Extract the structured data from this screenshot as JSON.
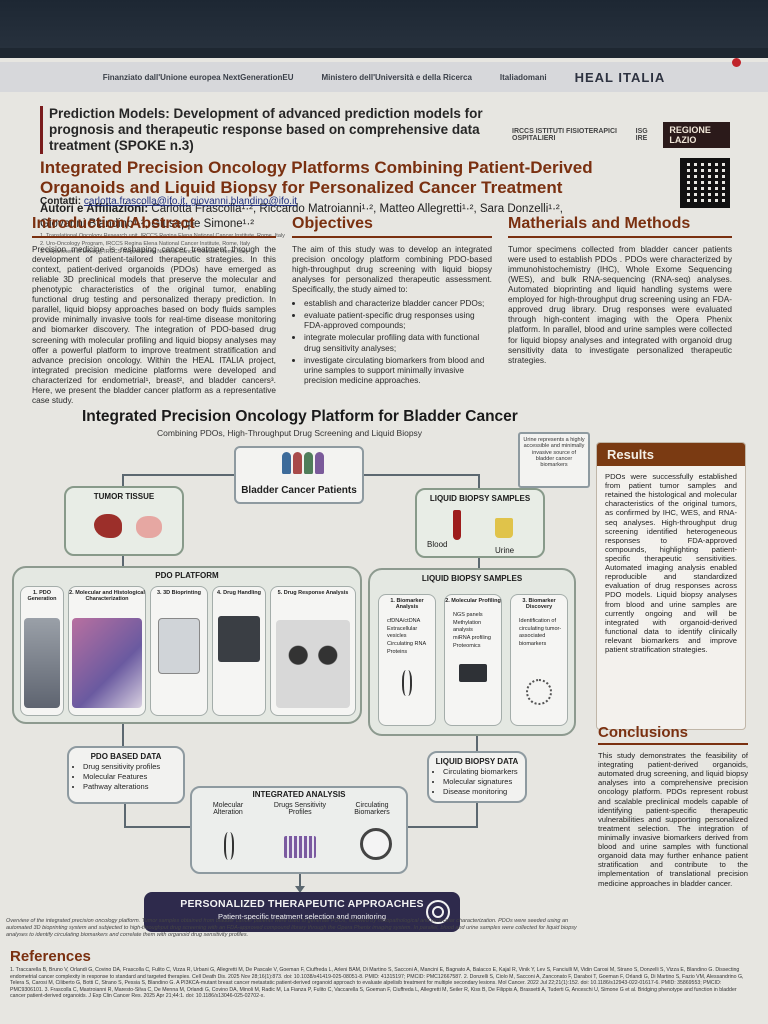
{
  "top_logos": {
    "eu": "Finanziato dall'Unione europea NextGenerationEU",
    "ministry": "Ministero dell'Università e della Ricerca",
    "italia_domani": "Italiadomani",
    "heal": "HEAL ITALIA"
  },
  "header": {
    "spoke_title": "Prediction Models: Development of advanced prediction models for prognosis and therapeutic response based on comprehensive data treatment (SPOKE n.3)",
    "main_title": "Integrated Precision Oncology Platforms Combining Patient-Derived Organoids and Liquid Biopsy for Personalized Cancer Treatment",
    "partner_ifo": "IRCCS ISTITUTI FISIOTERAPICI OSPITALIERI",
    "partner_isg": "ISG IRE",
    "partner_lazio": "REGIONE LAZIO"
  },
  "authors": {
    "label": "Autori e Affiliazioni:",
    "line1": "Carlotta Frascolla¹·², Riccardo Matroianni¹·², Matteo Allegretti¹·², Sara Donzelli¹·²,",
    "line2": "Giovanni Blandino¹·², Giuseppe Simone¹·²",
    "affil1": "1. Translational Oncology Research unit, IRCCS Regina Elena National Cancer Institute, Rome, Italy",
    "affil2": "2. Uro-Oncology Program, IRCCS Regina Elena National Cancer Institute, Rome, Italy",
    "affil3": "3. Department of Urology, IRCCS Regina Elena National Cancer Institute, Rome, Italy"
  },
  "contacts": {
    "label": "Contatti:",
    "emails": "carlotta.frascolla@ifo.it, giovanni.blandino@ifo.it"
  },
  "introduction": {
    "title": "Introduction/Abstract",
    "text": "Precision medicine is reshaping cancer treatment through the development of patient-tailored therapeutic strategies. In this context, patient-derived organoids (PDOs) have emerged as reliable 3D preclinical models that preserve the molecular and phenotypic characteristics of the original tumor, enabling functional drug testing and personalized therapy prediction. In parallel, liquid biopsy approaches based on body fluids samples provide minimally invasive tools for real-time disease monitoring and biomarker discovery. The integration of PDO-based drug screening with molecular profiling and liquid biopsy analyses may offer a powerful platform to improve treatment stratification and advance precision oncology. Within the HEAL ITALIA project, integrated precision medicine platforms were developed and characterized for endometrial¹, breast², and bladder cancers³. Here, we present the bladder cancer platform as a representative case study."
  },
  "objectives": {
    "title": "Objectives",
    "text": "The aim of this study was to develop an integrated precision oncology platform combining PDO-based high-throughput drug screening with liquid biopsy analyses for personalized therapeutic assessment. Specifically, the study aimed to:",
    "items": [
      "establish and characterize bladder cancer PDOs;",
      "evaluate patient-specific drug responses using FDA-approved compounds;",
      "integrate molecular profiling data with functional drug sensitivity analyses;",
      "investigate circulating biomarkers from blood and urine samples to support minimally invasive precision medicine approaches."
    ]
  },
  "methods": {
    "title": "Matherials and Methods",
    "text": "Tumor specimens collected from bladder cancer patients were used to establish PDOs . PDOs were characterized by immunohistochemistry (IHC), Whole Exome Sequencing (WES), and bulk RNA-sequencing (RNA-seq) analyses. Automated bioprinting and liquid handling systems were employed for high-throughput drug screening using an FDA-approved drug library. Drug responses were evaluated through high-content imaging with the Opera Phenix platform. In parallel, blood and urine samples were collected for liquid biopsy analyses and integrated with organoid drug sensitivity data to investigate personalized therapeutic strategies."
  },
  "diagram": {
    "title": "Integrated Precision Oncology Platform for Bladder Cancer",
    "subtitle": "Combining PDOs, High-Throughput Drug Screening and Liquid Biopsy",
    "patients": "Bladder Cancer Patients",
    "urine_note": "Urine represents a highly accessible and minimally invasive source of bladder cancer biomarkers",
    "tumor_tissue": "TUMOR TISSUE",
    "liquid_samples_top": "LIQUID BIOPSY SAMPLES",
    "blood": "Blood",
    "urine": "Urine",
    "pdo_platform": "PDO PLATFORM",
    "pdo_steps": [
      "1. PDO Generation",
      "2. Molecular and Histological Characterization",
      "3. 3D Bioprinting",
      "4. Drug Handling",
      "5. Drug Response Analysis"
    ],
    "liquid_samples_big": "LIQUID BIOPSY SAMPLES",
    "lq_steps": [
      {
        "title": "1. Biomarker Analysis",
        "items": [
          "cfDNA/ctDNA",
          "Extracellular vesicles",
          "Circulating RNA",
          "Proteins"
        ]
      },
      {
        "title": "2. Molecular Profiling",
        "items": [
          "NGS panels",
          "Methylation analysis",
          "miRNA profiling",
          "Proteomics"
        ]
      },
      {
        "title": "3. Biomarker Discovery",
        "items": [
          "Identification of circulating tumor-associated biomarkers"
        ]
      }
    ],
    "pdo_data_title": "PDO BASED DATA",
    "pdo_data_items": [
      "Drug sensitivity profiles",
      "Molecular Features",
      "Pathway alterations"
    ],
    "liq_data_title": "LIQUID BIOPSY DATA",
    "liq_data_items": [
      "Circulating biomarkers",
      "Molecular signatures",
      "Disease monitoring"
    ],
    "integrated_title": "INTEGRATED ANALYSIS",
    "integrated_cols": [
      "Molecular Alteration",
      "Drugs Sensitivity Profiles",
      "Circulating Biomarkers"
    ],
    "personalized_title": "PERSONALIZED THERAPEUTIC APPROACHES",
    "personalized_sub": "Patient-specific treatment selection and monitoring"
  },
  "results": {
    "title": "Results",
    "text": "PDOs were successfully established from patient tumor samples and retained the histological and molecular characteristics of the original tumors, as confirmed by IHC, WES, and RNA-seq analyses. High-throughput drug screening identified heterogeneous responses to FDA-approved compounds, highlighting patient-specific therapeutic sensitivities. Automated imaging analysis enabled reproducible and standardized evaluation of drug responses across PDO models. Liquid biopsy analyses from blood and urine samples are currently ongoing and will be integrated with organoid-derived functional data to identify clinically relevant biomarkers and improve patient stratification strategies."
  },
  "conclusions": {
    "title": "Conclusions",
    "text": "This study demonstrates the feasibility of integrating patient-derived organoids, automated drug screening, and liquid biopsy analyses into a comprehensive precision oncology platform. PDOs represent robust and scalable preclinical models capable of identifying patient-specific therapeutic vulnerabilities and supporting personalized treatment selection. The integration of minimally invasive biomarkers derived from blood and urine samples with functional organoid data may further enhance patient stratification and contribute to the implementation of translational precision medicine approaches in bladder cancer."
  },
  "caption": "Overview of the integrated precision oncology platform. Tumor samples obtained from bladder cancer patients were used to generate PDOs, followed by histopathological and molecular characterization. PDOs were seeded using an automated 3D bioprinting system and subjected to high-throughput drug screening with an FDA-approved compound library through the Opera Phenix imaging system. In parallel, blood and urine samples were collected for liquid biopsy analyses to identify circulating biomarkers and correlate them with organoid drug sensitivity profiles.",
  "references": {
    "title": "References",
    "text": "1. Traccarella B, Bruno V, Orlandi G, Covino DA, Frascolla C, Fulito C, Vizza R, Urbani G, Allegretti M, De Pascale V, Goeman F, Ciuffreda L, Arleni BAM, Di Martino S, Sacconi A, Mancini E, Bagnato A, Balacco E, Kajal R, Vinik Y, Lev S, Fanciulli M, Vidin Carosi M, Strano S, Donzelli S, Vizza E, Blandino G. Dissecting endometrial cancer complexity in response to standard and targeted therapies. Cell Death Dis. 2025 Nov 28;16(1):873. doi: 10.1038/s41419-025-08051-8. PMID: 41315197; PMCID: PMC12667587. 2. Donzelli S, Ciolo M, Sacconi A, Zanconato F, Daraboi T, Goeman F, Orlandi G, Di Martino S, Fazio VM, Alessandrino G, Telera S, Carosi M, Ciliberto G, Botti C, Strano S, Pessia S, Blandino G. A PI3KCA-mutant breast cancer metastatic patient-derived organoid approach to evaluate alpelisib treatment for multiple secondary lesions. Mol Cancer. 2022 Jul 22;21(1):152. doi: 10.1186/s12943-022-01617-6. PMID: 35869553; PMCID: PMC9306101. 3. Frascolla C, Mastroianni R, Maresto-Silva C, De Menna M, Orlandi G, Covino DA, Minoli M, Radic M, La Fianza P, Fulito C, Vaccarella S, Goeman F, Ciuffreda L, Allegretti M, Seiler R, Kiss B, De Filippis A, Brassetti A, Tuderti G, Anceschi U, Simone G et al. Bridging phenotype and function in bladder cancer patient-derived organoids. J Exp Clin Cancer Res. 2025 Apr 21;44:1. doi: 10.1186/s13046-025-02702-x."
  },
  "colors": {
    "accent_brown": "#7a3010",
    "results_header": "#7a3a12",
    "personalized_bg": "#2e2a4c",
    "box_green": "#e8ede6"
  }
}
